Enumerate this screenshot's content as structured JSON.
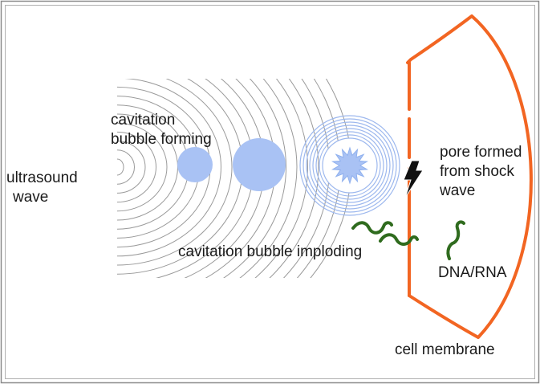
{
  "diagram": {
    "labels": {
      "ultrasound_line1": "ultrasound",
      "ultrasound_line2": "wave",
      "forming_line1": "cavitation",
      "forming_line2": "bubble forming",
      "imploding": "cavitation bubble imploding",
      "pore_line1": "pore formed",
      "pore_line2": "from shock",
      "pore_line3": "wave",
      "dna": "DNA/RNA",
      "membrane": "cell membrane"
    },
    "colors": {
      "background": "#ffffff",
      "frame": "#8a8a8a",
      "wave_lines": "#9a9a9a",
      "bubble_fill": "#a9c2f4",
      "ring_stroke": "#9db8ee",
      "membrane": "#f26522",
      "dna": "#2f6b1e",
      "lightning": "#111111"
    },
    "icons": {
      "shock": "lightning-bolt-icon",
      "imploding_bubble": "star-burst-icon"
    }
  }
}
